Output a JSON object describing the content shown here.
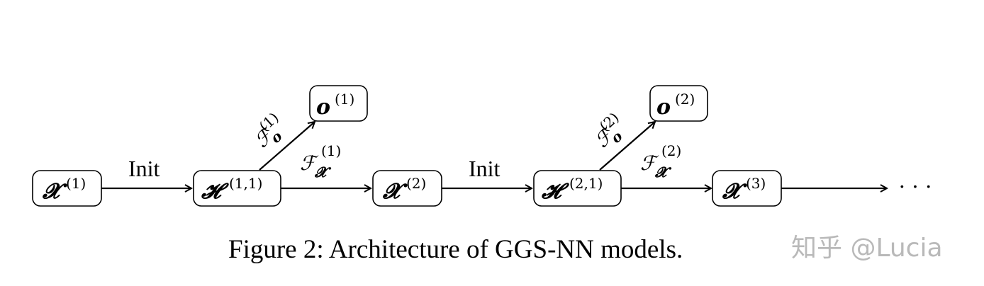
{
  "diagram": {
    "nodes": [
      {
        "id": "x1",
        "base": "𝓧",
        "sup": "(1)"
      },
      {
        "id": "h11",
        "base": "𝓗",
        "sup": "(1,1)"
      },
      {
        "id": "o1",
        "base": "𝒐",
        "sup": "(1)"
      },
      {
        "id": "x2",
        "base": "𝓧",
        "sup": "(2)"
      },
      {
        "id": "h21",
        "base": "𝓗",
        "sup": "(2,1)"
      },
      {
        "id": "o2",
        "base": "𝒐",
        "sup": "(2)"
      },
      {
        "id": "x3",
        "base": "𝓧",
        "sup": "(3)"
      }
    ],
    "edges": [
      {
        "from": "x1",
        "to": "h11",
        "label": "Init"
      },
      {
        "from": "h11",
        "to": "o1",
        "label": "F_o^(1)"
      },
      {
        "from": "h11",
        "to": "x2",
        "label": "F_X^(1)"
      },
      {
        "from": "x2",
        "to": "h21",
        "label": "Init"
      },
      {
        "from": "h21",
        "to": "o2",
        "label": "F_o^(2)"
      },
      {
        "from": "h21",
        "to": "x3",
        "label": "F_X^(2)"
      },
      {
        "from": "x3",
        "to": "ellipsis",
        "label": ""
      }
    ],
    "labels": {
      "init": "Init",
      "F": "ℱ",
      "sub_o": "𝒐",
      "sub_x": "𝓧",
      "sup1": "(1)",
      "sup2": "(2)",
      "ellipsis": "· · ·"
    }
  },
  "caption": "Figure 2: Architecture of GGS-NN models.",
  "watermark": "知乎 @Lucia"
}
